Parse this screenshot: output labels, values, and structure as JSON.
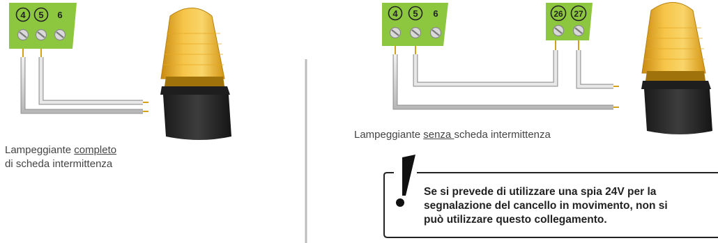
{
  "left": {
    "terminals": [
      "4",
      "5",
      "6"
    ],
    "circled": [
      "4",
      "5"
    ],
    "caption_pre": "Lampeggiante ",
    "caption_underlined": "completo ",
    "caption_line2": "di scheda intermittenza"
  },
  "right": {
    "terminals_a": [
      "4",
      "5",
      "6"
    ],
    "terminals_b": [
      "26",
      "27"
    ],
    "caption_pre": "Lampeggiante ",
    "caption_underlined": "senza ",
    "caption_post": "scheda intermittenza"
  },
  "warning": {
    "symbol": "!",
    "line1": "Se si prevede di utilizzare una spia 24V per la",
    "line2": "segnalazione del cancello in movimento, non si",
    "line3": "può utilizzare questo collegamento."
  },
  "colors": {
    "terminal_block": "#8dc63f",
    "lamp_dome": "#f2b41c",
    "lamp_base": "#2a2a2a",
    "divider": "#bdbdbd"
  }
}
